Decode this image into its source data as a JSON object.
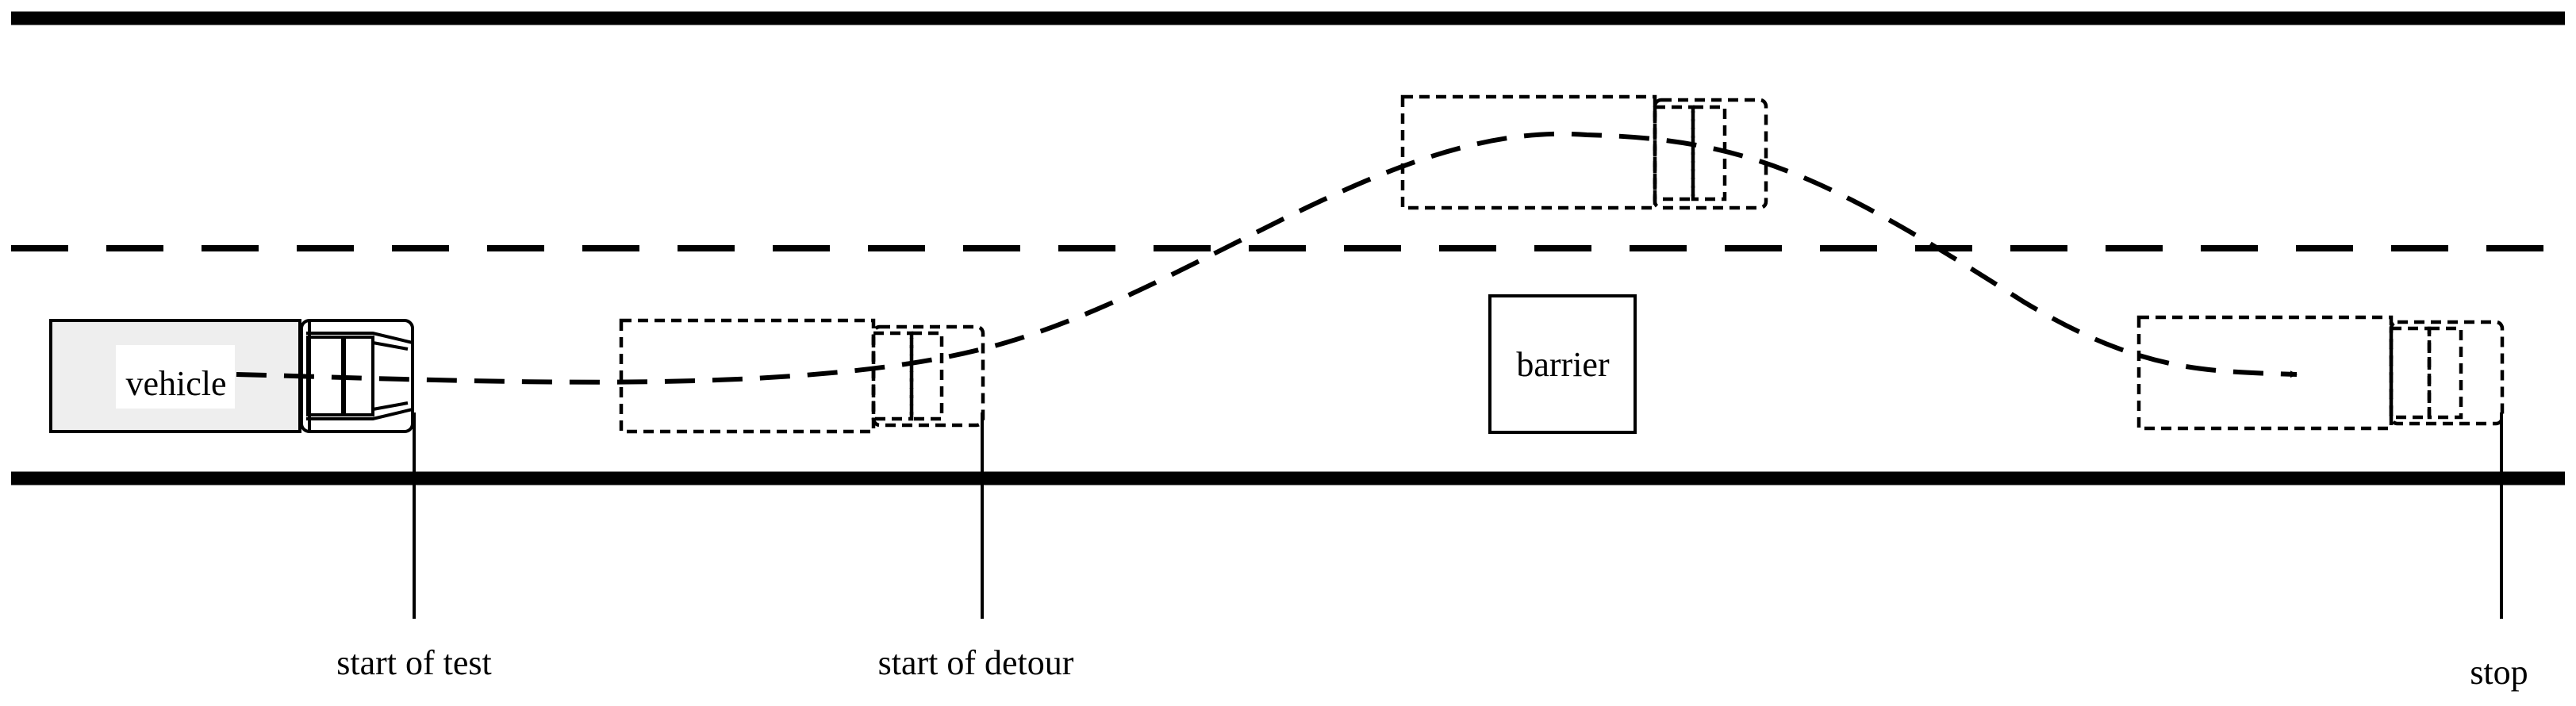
{
  "labels": {
    "vehicle": "vehicle",
    "barrier": "barrier",
    "start_of_test": "start of test",
    "start_of_detour": "start of detour",
    "stop": "stop"
  },
  "colors": {
    "line": "#000000",
    "vehicle_body": "#eeeeee",
    "background": "#ffffff"
  }
}
